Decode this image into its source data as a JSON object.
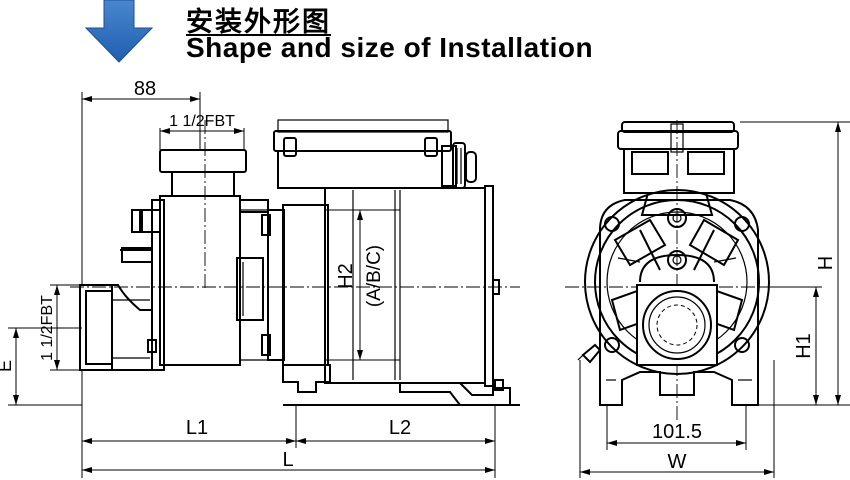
{
  "title": {
    "chinese": "安装外形图",
    "english": "Shape and size of Installation"
  },
  "dimensions": {
    "top_offset": "88",
    "top_fitting": "1 1/2FBT",
    "side_fitting": "1 1/2FBT",
    "e": "E",
    "l1": "L1",
    "l2": "L2",
    "l": "L",
    "h2": "H2",
    "h2_variants": "(A/B/C)",
    "h": "H",
    "h1": "H1",
    "w_inner": "101.5",
    "w": "W"
  },
  "icons": {
    "arrow": "down-arrow-icon"
  },
  "colors": {
    "arrow": "#1f5fae",
    "line": "#000000"
  }
}
